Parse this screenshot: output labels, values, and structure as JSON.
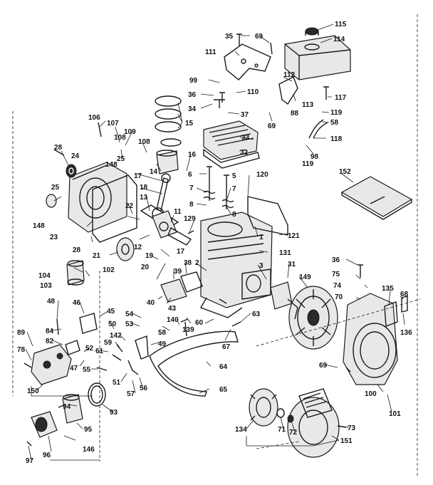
{
  "labels": {
    "l115": "115",
    "l114": "114",
    "l35": "35",
    "l69a": "69",
    "l111": "111",
    "l112": "112",
    "l99": "99",
    "l110": "110",
    "l36a": "36",
    "l34": "34",
    "l37a": "37",
    "l113": "113",
    "l117": "117",
    "l88": "88",
    "l119a": "119",
    "l69b": "69",
    "l58a": "58",
    "l15": "15",
    "l33": "33",
    "l118": "118",
    "l106": "106",
    "l107": "107",
    "l109": "109",
    "l108a": "108",
    "l108b": "108",
    "l98": "98",
    "l119b": "119",
    "l28a": "28",
    "l24": "24",
    "l25a": "25",
    "l148a": "148",
    "l32": "32",
    "l16": "16",
    "l14": "14",
    "l6": "6",
    "l5": "5",
    "l120": "120",
    "l152": "152",
    "l17": "17",
    "l18": "18",
    "l13": "13",
    "l7a": "7",
    "l7b": "7",
    "l25b": "25",
    "l148b": "148",
    "l22": "22",
    "l8a": "8",
    "l8b": "8",
    "l23": "23",
    "l11": "11",
    "l129": "129",
    "l28b": "28",
    "l12": "12",
    "l121": "121",
    "l1": "1",
    "l21": "21",
    "l19": "19",
    "l17b": "17",
    "l131": "131",
    "l104": "104",
    "l102": "102",
    "l20": "20",
    "l39": "39",
    "l38": "38",
    "l2": "2",
    "l3": "3",
    "l31": "31",
    "l103": "103",
    "l36b": "36",
    "l75": "75",
    "l149": "149",
    "l74": "74",
    "l135": "135",
    "l68": "68",
    "l70": "70",
    "l48": "48",
    "l46": "46",
    "l40": "40",
    "l43": "43",
    "l45": "45",
    "l54": "54",
    "l53": "53",
    "l140": "140",
    "l139": "139",
    "l60": "60",
    "l63": "63",
    "l136": "136",
    "l84": "84",
    "l50": "50",
    "l58b": "58",
    "l89": "89",
    "l82": "82",
    "l142": "142",
    "l49": "49",
    "l67": "67",
    "l78": "78",
    "l52": "52",
    "l61": "61",
    "l59": "59",
    "l47": "47",
    "l55": "55",
    "l51": "51",
    "l69c": "69",
    "l64": "64",
    "l150": "150",
    "l57": "57",
    "l56": "56",
    "l65": "65",
    "l100": "100",
    "l94": "94",
    "l93": "93",
    "l101": "101",
    "l134": "134",
    "l73": "73",
    "l71": "71",
    "l72": "72",
    "l95": "95",
    "l151": "151",
    "l146": "146",
    "l96": "96",
    "l97": "97"
  }
}
